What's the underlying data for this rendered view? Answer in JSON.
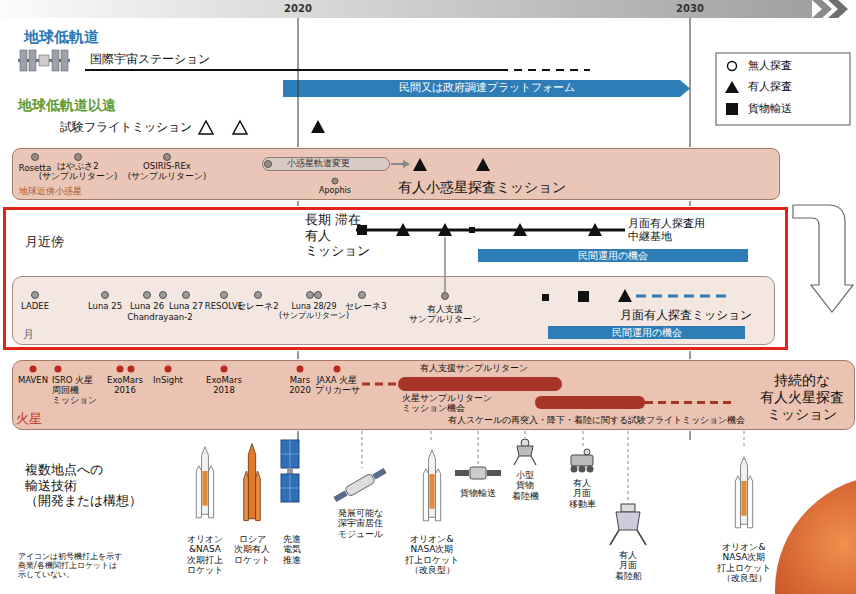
{
  "diagram": {
    "nodes": [
      {
        "text": [
          "民間又は政府調達プラットフォーム"
        ]
      },
      {
        "text": [
          "地球近傍小惑星"
        ]
      },
      {
        "text": [
          "小惑星軌道変更"
        ],
        "in": 1
      },
      {
        "text": [
          "月近傍"
        ]
      },
      {
        "text": [
          "民間運用の機会"
        ],
        "in": 3
      },
      {
        "text": [
          "月"
        ],
        "in": 3
      },
      {
        "text": [
          "民間運用の機会"
        ],
        "in": 5
      },
      {
        "text": [
          "火星"
        ]
      }
    ],
    "labels": [
      "2020",
      "2030",
      "地球低軌道",
      "国際宇宙ステーション",
      "地球低軌道以遠",
      "試験フライトミッション",
      "Rosetta",
      "はやぶさ2 (サンプルリターン)",
      "OSIRIS-REx (サンプルリターン)",
      "Apophis",
      "有人小惑星探査ミッション",
      "長期 滞在 有人 ミッション",
      "月面有人探査用 中継基地",
      "LADEE",
      "Luna 25",
      "Luna 26",
      "Chandrayaan-2",
      "Luna 27",
      "RESOLVE",
      "セレーネ2",
      "Luna 28/29 (サンプルリターン)",
      "セレーネ3",
      "有人支援 サンプルリターン",
      "月面有人探査ミッション",
      "MAVEN",
      "ISRO 火星 周回機 ミッション",
      "ExoMars 2016",
      "InSight",
      "ExoMars 2018",
      "Mars 2020",
      "JAXA 火星 プリカーサ",
      "有人支援サンプルリターン",
      "火星サンプルリターン ミッション機会",
      "有人スケールの再突入・降下・着陸に関する試験フライトミッション機会",
      "持続的な 有人火星探査 ミッション",
      "複数地点への 輸送技術 （開発または構想）",
      "オリオン &NASA 次期打上 ロケット",
      "ロシア 次期有人 ロケット",
      "先進 電気 推進",
      "発展可能な 深宇宙居住 モジュール",
      "オリオン& NASA次期 打上ロケット （改良型）",
      "貨物輸送",
      "小型 貨物 着陸機",
      "有人 月面 移動車",
      "有人 月面 着陸船",
      "オリオン& NASA次期 打上ロケット （改良型）",
      "アイコンは初号機打上を示す 商業/各機関打上ロケットは 示していない。"
    ],
    "legend": [
      {
        "text": "無人探査"
      },
      {
        "text": "有人探査"
      },
      {
        "text": "貨物輸送"
      }
    ]
  }
}
